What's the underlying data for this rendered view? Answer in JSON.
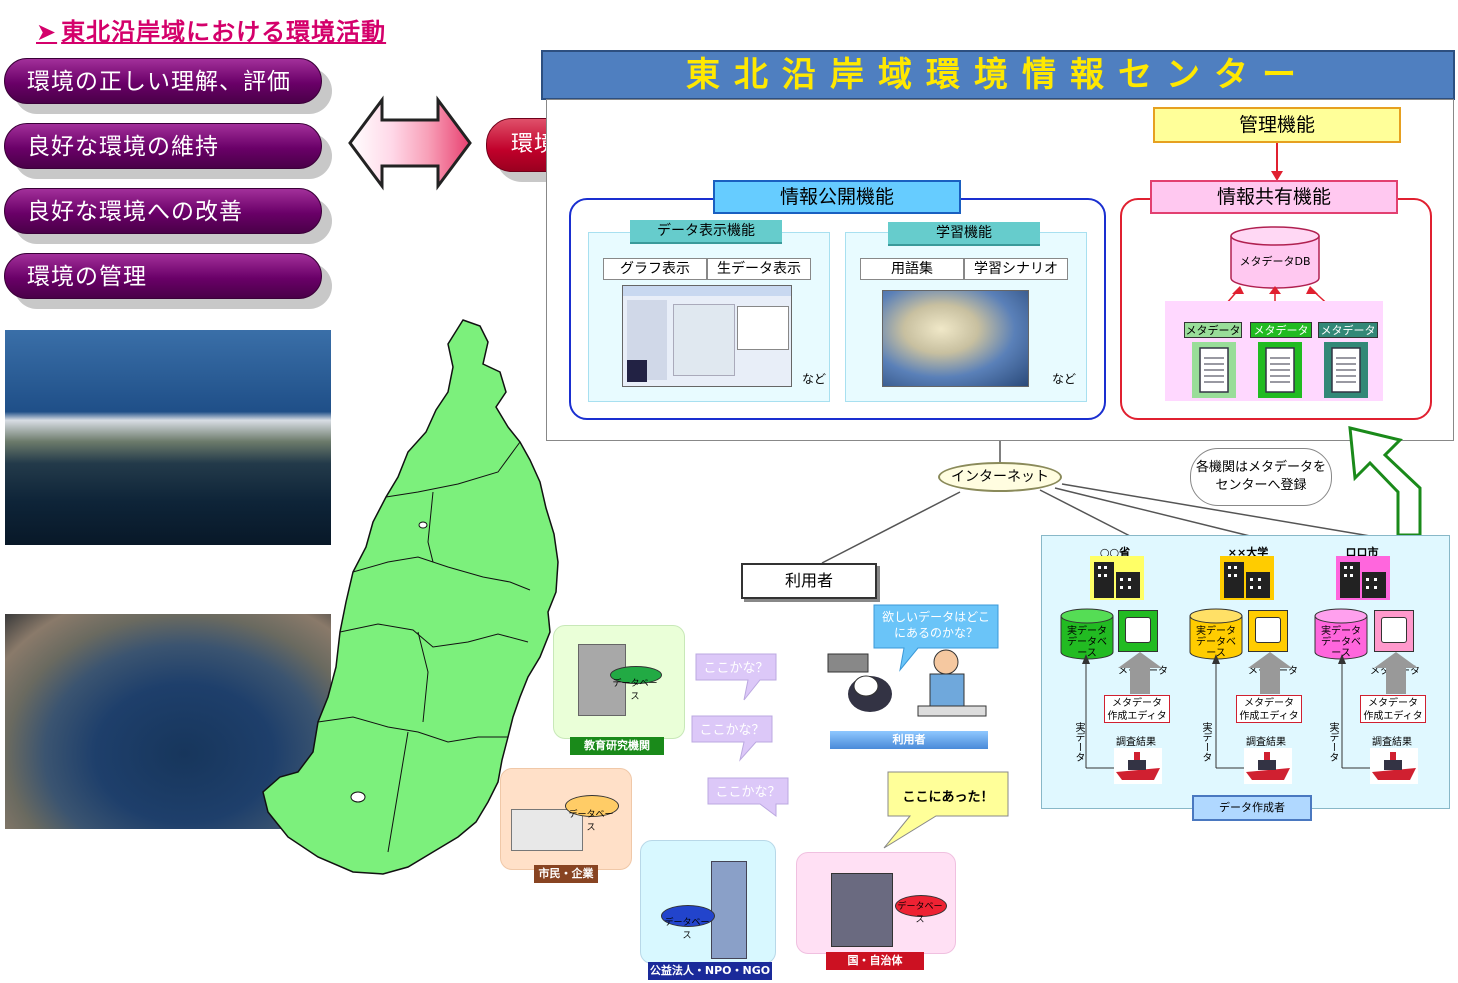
{
  "heading": "東北沿岸域における環境活動",
  "activities": [
    "環境の正しい理解、評価",
    "良好な環境の維持",
    "良好な環境への改善",
    "環境の管理"
  ],
  "kankyo_joho": "環境情報",
  "center": {
    "title": "東北沿岸域環境情報センター",
    "kanri": "管理機能",
    "kyoyu": "情報共有機能",
    "kokai": "情報公開機能",
    "data_display": "データ表示機能",
    "graph": "グラフ表示",
    "raw": "生データ表示",
    "learning": "学習機能",
    "glossary": "用語集",
    "scenario": "学習シナリオ",
    "nado": "など",
    "metadb": "メタデータDB",
    "metadata": "メタデータ"
  },
  "network": {
    "internet": "インターネット",
    "register_note_1": "各機関はメタデータを",
    "register_note_2": "センターへ登録",
    "riyousha": "利用者"
  },
  "producers": {
    "orgs": [
      "○○省",
      "××大学",
      "ロロ市"
    ],
    "jitsu_db": "実データデータベース",
    "metadata": "メタデータ",
    "editor_1": "メタデータ",
    "editor_2": "作成エディタ",
    "survey": "調査結果",
    "jitsu_data": "実データ",
    "label": "データ作成者"
  },
  "users": {
    "kyoiku": "教育研究機関",
    "shimin": "市民・企業",
    "koueki": "公益法人・NPO・NGO",
    "kuni": "国・自治体",
    "riyousha": "利用者",
    "database": "データベース",
    "kokokana": "ここかな？",
    "hoshii_1": "欲しいデータはどこ",
    "hoshii_2": "にあるのかな？",
    "kokoniatta": "ここにあった！"
  },
  "colors": {
    "pill": "#6a0068",
    "center_title_bg": "#4f7fc0",
    "center_title_text": "#ffe800",
    "map_green": "#7cf07c"
  }
}
